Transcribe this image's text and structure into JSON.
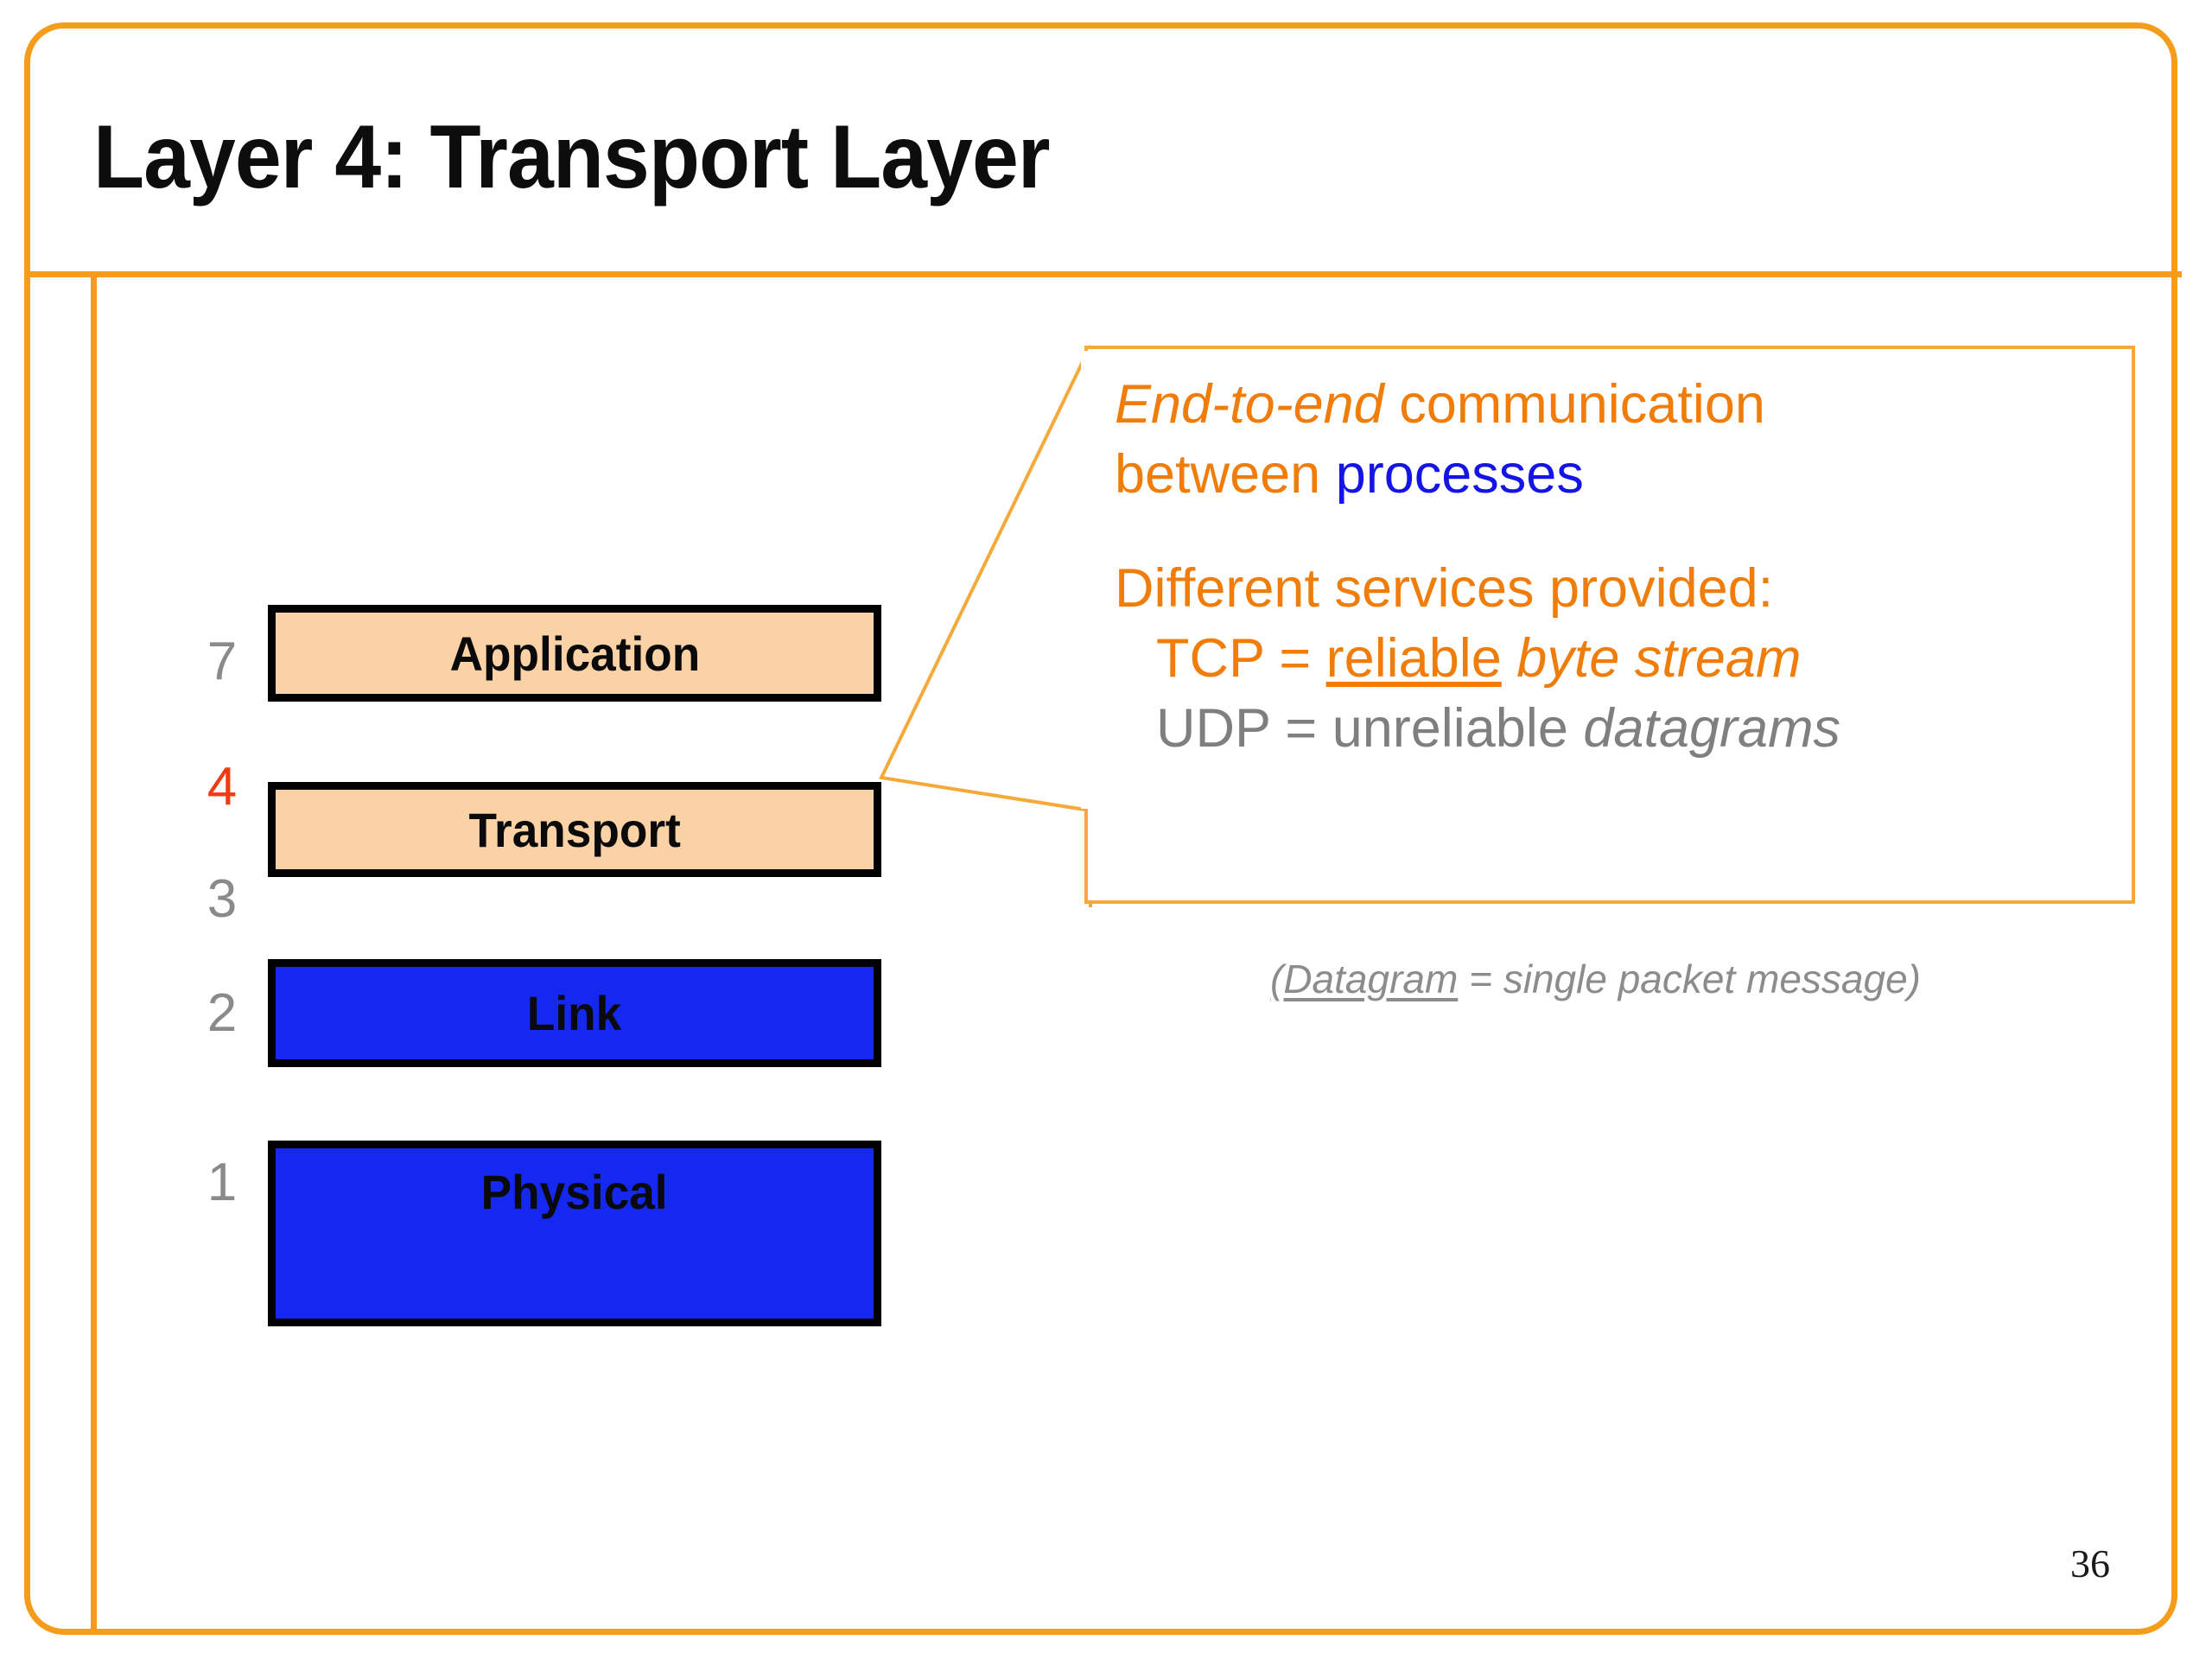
{
  "slide": {
    "title": "Layer 4: Transport Layer",
    "page_number": "36",
    "border_color": "#F59C1B"
  },
  "stack": {
    "layers": [
      {
        "number": "7",
        "number_color": "#8a8a8a",
        "label": "Application",
        "fill": "#FBD2A6",
        "kind": "peach"
      },
      {
        "number": "4",
        "number_color": "#F03B14",
        "label": "Transport",
        "fill": "#FBD2A6",
        "kind": "peach"
      },
      {
        "number": "3",
        "number_color": "#8a8a8a",
        "label": "",
        "fill": "",
        "kind": "spacer"
      },
      {
        "number": "2",
        "number_color": "#8a8a8a",
        "label": "Link",
        "fill": "#1428F0",
        "kind": "blue"
      },
      {
        "number": "1",
        "number_color": "#8a8a8a",
        "label": "Physical",
        "fill": "#1428F0",
        "kind": "blue"
      }
    ]
  },
  "callout": {
    "border_color": "#F6A93B",
    "line1_em": "End-to-end",
    "line1_rest": " communication",
    "line2_prefix": "between ",
    "line2_highlight": "processes",
    "line3": "Different services provided:",
    "tcp_prefix": "TCP = ",
    "tcp_underlined": "reliable",
    "tcp_italic": " byte stream",
    "udp_prefix": "UDP = ",
    "udp_plain": "unreliable",
    "udp_italic": " datagrams",
    "colors": {
      "orange": "#F07D0A",
      "blue": "#1414E6",
      "gray": "#7F7F7F"
    }
  },
  "note": {
    "open_paren_underlined": "(Datagram",
    "rest": " = single packet message)"
  }
}
